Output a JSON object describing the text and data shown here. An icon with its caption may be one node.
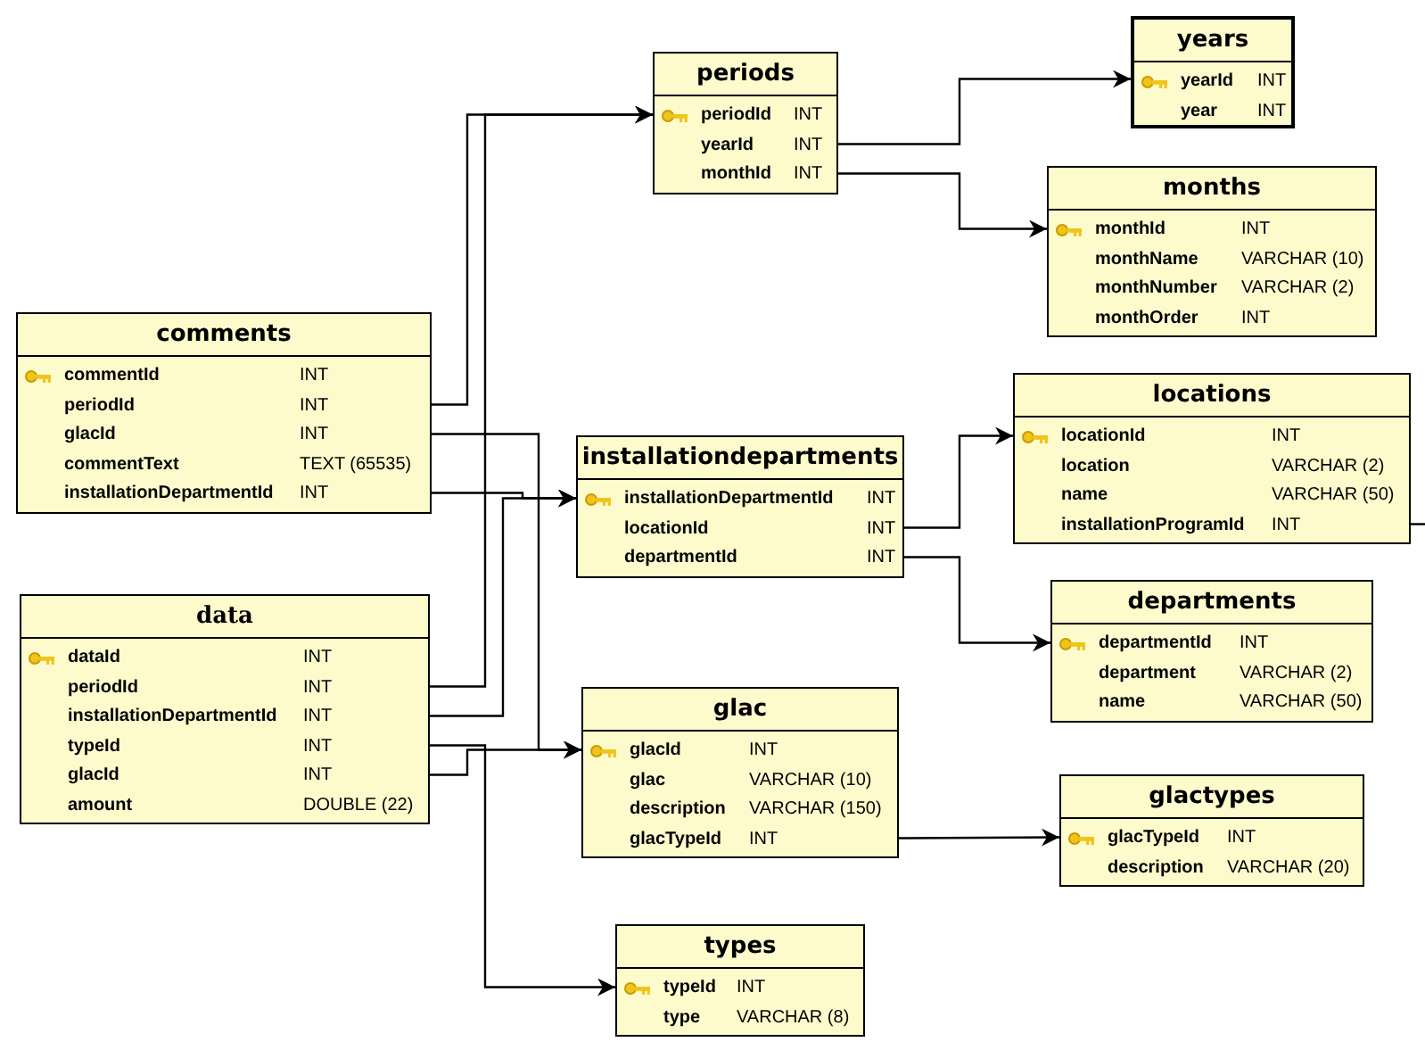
{
  "diagram": {
    "nodes": [
      {
        "text": [
          "periods",
          "periodId",
          "INT",
          "yearId",
          "INT",
          "monthId",
          "INT"
        ]
      },
      {
        "text": [
          "years",
          "yearId",
          "INT",
          "year",
          "INT"
        ]
      },
      {
        "text": [
          "months",
          "monthId",
          "INT",
          "monthName",
          "VARCHAR (10)",
          "monthNumber",
          "VARCHAR (2)",
          "monthOrder",
          "INT"
        ]
      },
      {
        "text": [
          "comments",
          "commentId",
          "INT",
          "periodId",
          "INT",
          "glacId",
          "INT",
          "commentText",
          "TEXT (65535)",
          "installationDepartmentId",
          "INT"
        ]
      },
      {
        "text": [
          "installationdepartments",
          "installationDepartmentId",
          "INT",
          "locationId",
          "INT",
          "departmentId",
          "INT"
        ]
      },
      {
        "text": [
          "locations",
          "locationId",
          "INT",
          "location",
          "VARCHAR (2)",
          "name",
          "VARCHAR (50)",
          "installationProgramId",
          "INT"
        ]
      },
      {
        "text": [
          "departments",
          "departmentId",
          "INT",
          "department",
          "VARCHAR (2)",
          "name",
          "VARCHAR (50)"
        ]
      },
      {
        "text": [
          "data",
          "dataId",
          "INT",
          "periodId",
          "INT",
          "installationDepartmentId",
          "INT",
          "typeId",
          "INT",
          "glacId",
          "INT",
          "amount",
          "DOUBLE (22)"
        ]
      },
      {
        "text": [
          "glac",
          "glacId",
          "INT",
          "glac",
          "VARCHAR (10)",
          "description",
          "VARCHAR (150)",
          "glacTypeId",
          "INT"
        ]
      },
      {
        "text": [
          "glactypes",
          "glacTypeId",
          "INT",
          "description",
          "VARCHAR (20)"
        ]
      },
      {
        "text": [
          "types",
          "typeId",
          "INT",
          "type",
          "VARCHAR (8)"
        ]
      }
    ],
    "edges": [
      {
        "from": 3,
        "to": 0,
        "arrow": "to"
      },
      {
        "from": 3,
        "to": 8,
        "arrow": "to"
      },
      {
        "from": 3,
        "to": 4,
        "arrow": "to"
      },
      {
        "from": 0,
        "to": 1,
        "arrow": "to"
      },
      {
        "from": 0,
        "to": 2,
        "arrow": "to"
      },
      {
        "from": 4,
        "to": 5,
        "arrow": "to"
      },
      {
        "from": 4,
        "to": 6,
        "arrow": "to"
      },
      {
        "from": 7,
        "to": 0,
        "arrow": "to"
      },
      {
        "from": 7,
        "to": 4,
        "arrow": "to"
      },
      {
        "from": 7,
        "to": 10,
        "arrow": "to"
      },
      {
        "from": 7,
        "to": 8,
        "arrow": "to"
      },
      {
        "from": 8,
        "to": 9,
        "arrow": "to"
      },
      {
        "from": 5,
        "to": null,
        "arrow": "none"
      }
    ]
  }
}
